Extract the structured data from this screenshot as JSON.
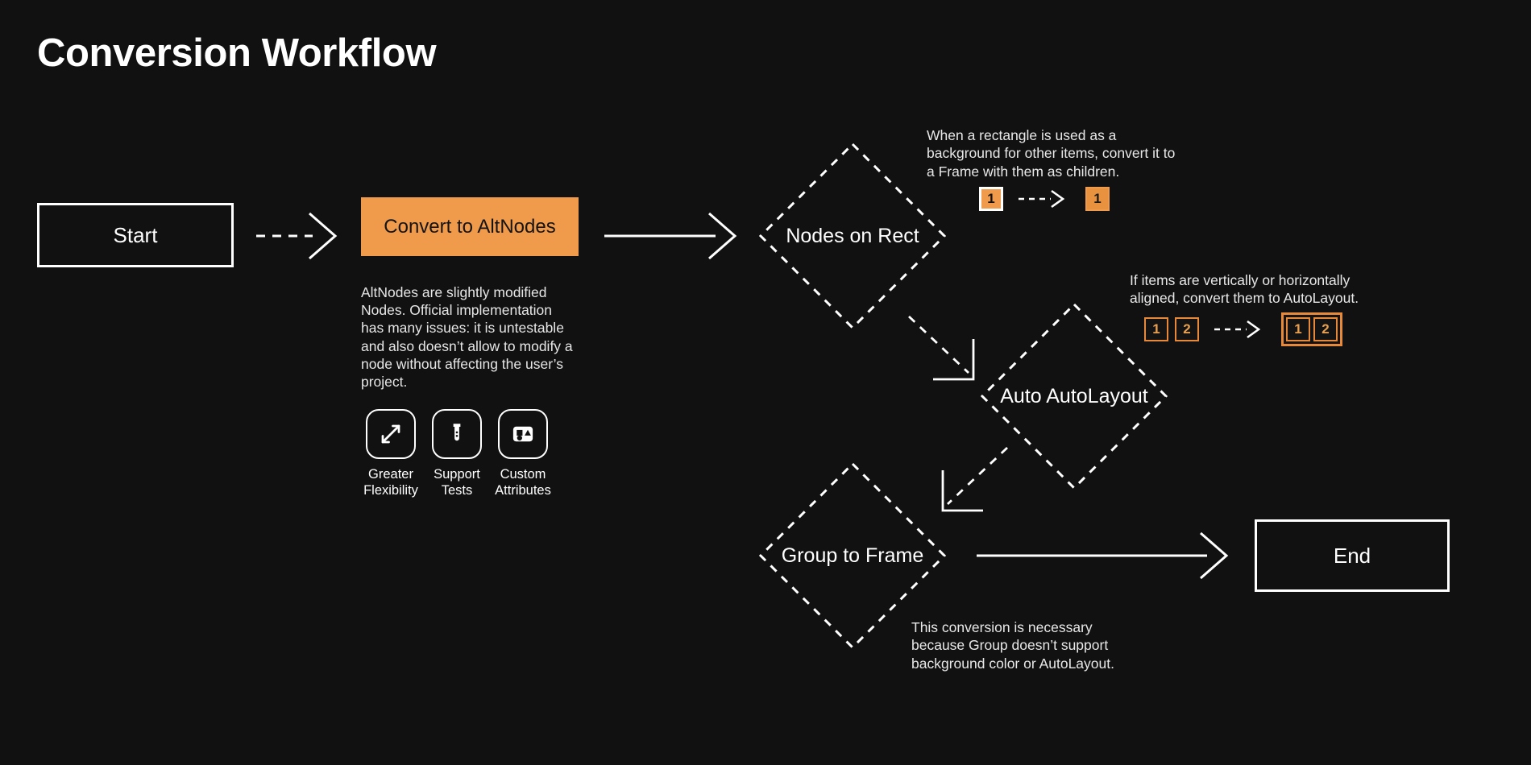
{
  "page": {
    "title": "Conversion Workflow",
    "background_color": "#111111",
    "accent_color": "#f09a4b",
    "text_color": "#ffffff"
  },
  "nodes": {
    "start": {
      "label": "Start",
      "shape": "rectangle",
      "style": "white-outline"
    },
    "convert": {
      "label": "Convert to AltNodes",
      "shape": "rectangle",
      "style": "orange-filled",
      "description": "AltNodes are slightly modified Nodes. Official implementation has many issues: it is untestable and also doesn’t allow to modify a node without affecting the user’s project."
    },
    "nodes_on_rect": {
      "label": "Nodes on Rect",
      "shape": "diamond",
      "style": "dashed-outline"
    },
    "auto_autolayout": {
      "label": "Auto AutoLayout",
      "shape": "diamond",
      "style": "dashed-outline"
    },
    "group_to_frame": {
      "label": "Group to Frame",
      "shape": "diamond",
      "style": "dashed-outline"
    },
    "end": {
      "label": "End",
      "shape": "rectangle",
      "style": "white-outline"
    }
  },
  "features": [
    {
      "icon": "expand-arrows-icon",
      "label": "Greater\nFlexibility"
    },
    {
      "icon": "test-tube-icon",
      "label": "Support\nTests"
    },
    {
      "icon": "shapes-icon",
      "label": "Custom\nAttributes"
    }
  ],
  "annotations": {
    "nodes_on_rect": {
      "text": "When a rectangle is used as a background for other items, convert it to a Frame with them as children.",
      "before_badges": [
        "1"
      ],
      "after_badges": [
        "1"
      ],
      "arrow": "dashed-right"
    },
    "auto_autolayout": {
      "text": "If items are vertically or horizontally aligned, convert them to AutoLayout.",
      "before_badges": [
        "1",
        "2"
      ],
      "after_badges": [
        "1",
        "2"
      ],
      "arrow": "dashed-right"
    },
    "group_to_frame": {
      "text": "This conversion is necessary because Group doesn’t support background color or AutoLayout."
    }
  },
  "connectors": [
    {
      "from": "start",
      "to": "convert",
      "style": "dashed",
      "direction": "right"
    },
    {
      "from": "convert",
      "to": "nodes_on_rect",
      "style": "solid",
      "direction": "right"
    },
    {
      "from": "nodes_on_rect",
      "to": "auto_autolayout",
      "style": "dashed",
      "direction": "down-right"
    },
    {
      "from": "auto_autolayout",
      "to": "group_to_frame",
      "style": "dashed",
      "direction": "down-left"
    },
    {
      "from": "group_to_frame",
      "to": "end",
      "style": "solid",
      "direction": "right"
    }
  ]
}
